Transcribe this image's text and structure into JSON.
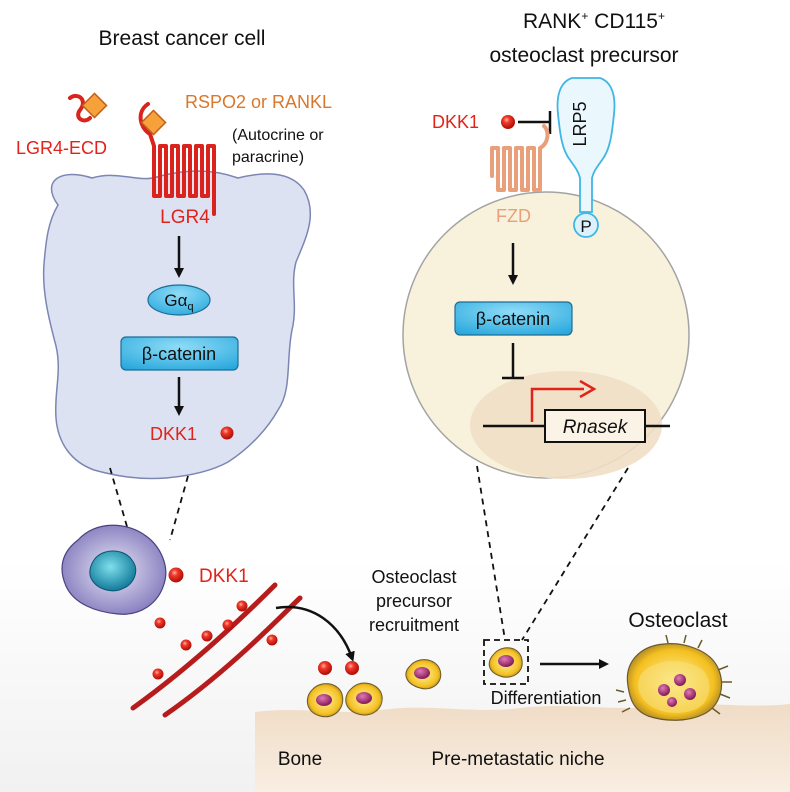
{
  "labels": {
    "breast_cancer_cell": "Breast cancer cell",
    "rank_title_line1": "RANK",
    "rank_sup1": "+",
    "rank_title_cd115": " CD115",
    "rank_sup2": "+",
    "rank_title_line2": "osteoclast precursor",
    "lgr4_ecd": "LGR4-ECD",
    "rspo2_rankl": "RSPO2 or RANKL",
    "autocrine_line1": "(Autocrine or",
    "autocrine_line2": "paracrine)",
    "lgr4": "LGR4",
    "galpha_g": "G",
    "galpha_alpha": "α",
    "galpha_q": "q",
    "beta_catenin_left": "β-catenin",
    "dkk1_left": "DKK1",
    "dkk1_right": "DKK1",
    "lrp5": "LRP5",
    "p": "P",
    "fzd": "FZD",
    "beta_catenin_right": "β-catenin",
    "rnasek": "Rnasek",
    "dkk1_bottom": "DKK1",
    "recruitment_line1": "Osteoclast",
    "recruitment_line2": "precursor",
    "recruitment_line3": "recruitment",
    "differentiation": "Differentiation",
    "osteoclast": "Osteoclast",
    "bone": "Bone",
    "niche": "Pre-metastatic  niche"
  },
  "colors": {
    "red_label": "#e2231a",
    "orange_label": "#d9772b",
    "fzd_color": "#e9a07a",
    "cell_fill": "#dde2f2",
    "cell_stroke": "#7b86b3",
    "precursor_fill": "#f8f1dc",
    "box_blue": "#3fb6e5",
    "bone_fill": "#f4e3cf",
    "vessel_red": "#b71c1c"
  }
}
